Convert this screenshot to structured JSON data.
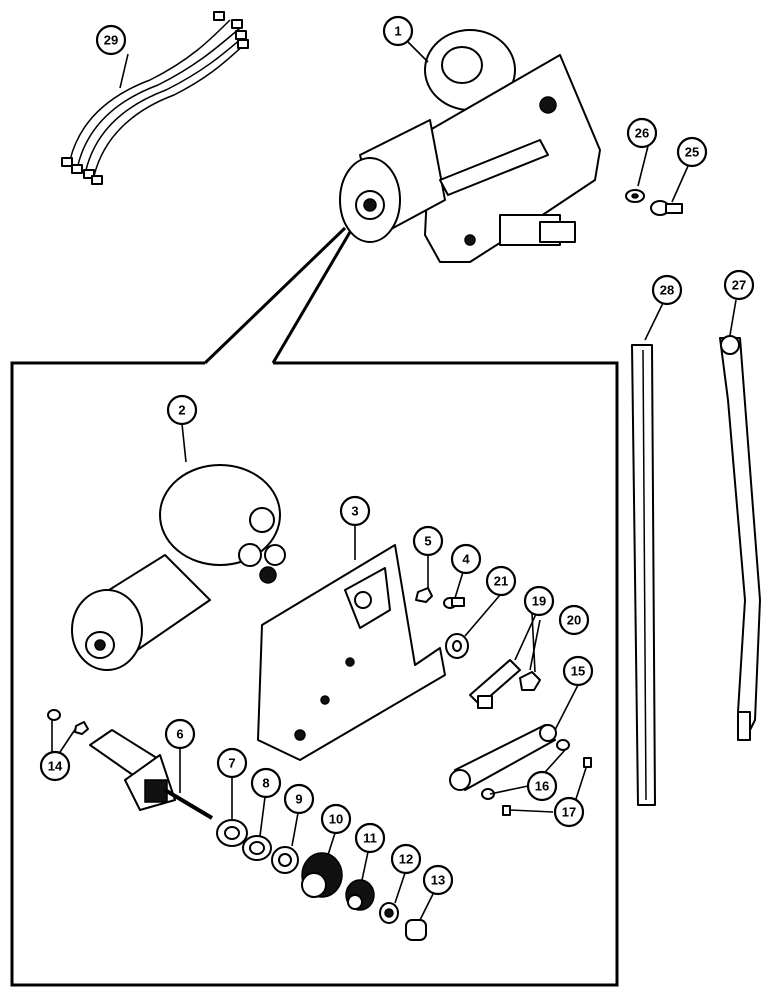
{
  "diagram": {
    "callouts": [
      {
        "id": "c1",
        "label": "1"
      },
      {
        "id": "c2",
        "label": "2"
      },
      {
        "id": "c3",
        "label": "3"
      },
      {
        "id": "c4",
        "label": "4"
      },
      {
        "id": "c5",
        "label": "5"
      },
      {
        "id": "c6",
        "label": "6"
      },
      {
        "id": "c7",
        "label": "7"
      },
      {
        "id": "c8",
        "label": "8"
      },
      {
        "id": "c9",
        "label": "9"
      },
      {
        "id": "c10",
        "label": "10"
      },
      {
        "id": "c11",
        "label": "11"
      },
      {
        "id": "c12",
        "label": "12"
      },
      {
        "id": "c13",
        "label": "13"
      },
      {
        "id": "c14",
        "label": "14"
      },
      {
        "id": "c15",
        "label": "15"
      },
      {
        "id": "c16",
        "label": "16"
      },
      {
        "id": "c17",
        "label": "17"
      },
      {
        "id": "c19",
        "label": "19"
      },
      {
        "id": "c20",
        "label": "20"
      },
      {
        "id": "c21",
        "label": "21"
      },
      {
        "id": "c25",
        "label": "25"
      },
      {
        "id": "c26",
        "label": "26"
      },
      {
        "id": "c27",
        "label": "27"
      },
      {
        "id": "c28",
        "label": "28"
      },
      {
        "id": "c29",
        "label": "29"
      }
    ]
  }
}
